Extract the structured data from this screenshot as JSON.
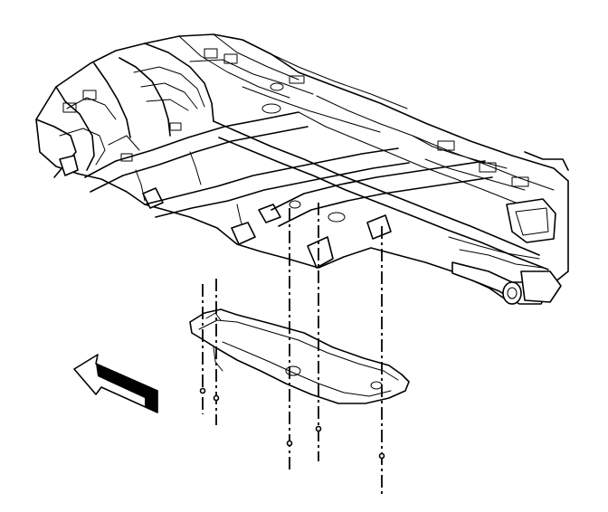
{
  "diagram": {
    "components": [
      "underbody-floor-pan",
      "splash-shield",
      "fastener",
      "forward-direction-arrow"
    ],
    "fastener_count": 5,
    "arrow_direction": "front"
  },
  "colors": {
    "line": "#000000",
    "background": "#ffffff"
  }
}
